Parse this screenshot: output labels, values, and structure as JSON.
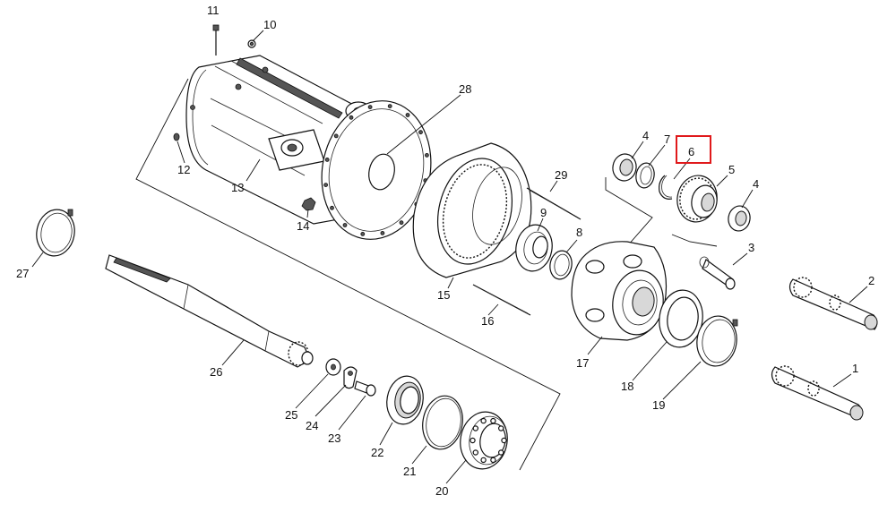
{
  "diagram": {
    "callouts": [
      {
        "id": "1",
        "label": "1"
      },
      {
        "id": "2",
        "label": "2"
      },
      {
        "id": "3",
        "label": "3"
      },
      {
        "id": "4a",
        "label": "4"
      },
      {
        "id": "4b",
        "label": "4"
      },
      {
        "id": "5",
        "label": "5"
      },
      {
        "id": "6",
        "label": "6"
      },
      {
        "id": "7",
        "label": "7"
      },
      {
        "id": "8",
        "label": "8"
      },
      {
        "id": "9",
        "label": "9"
      },
      {
        "id": "10",
        "label": "10"
      },
      {
        "id": "11",
        "label": "11"
      },
      {
        "id": "12",
        "label": "12"
      },
      {
        "id": "13",
        "label": "13"
      },
      {
        "id": "14",
        "label": "14"
      },
      {
        "id": "15",
        "label": "15"
      },
      {
        "id": "16",
        "label": "16"
      },
      {
        "id": "17",
        "label": "17"
      },
      {
        "id": "18",
        "label": "18"
      },
      {
        "id": "19",
        "label": "19"
      },
      {
        "id": "20",
        "label": "20"
      },
      {
        "id": "21",
        "label": "21"
      },
      {
        "id": "22",
        "label": "22"
      },
      {
        "id": "23",
        "label": "23"
      },
      {
        "id": "24",
        "label": "24"
      },
      {
        "id": "25",
        "label": "25"
      },
      {
        "id": "26",
        "label": "26"
      },
      {
        "id": "27",
        "label": "27"
      },
      {
        "id": "28",
        "label": "28"
      },
      {
        "id": "29",
        "label": "29"
      }
    ],
    "highlighted_callout": "6",
    "highlight_color": "#e0191b"
  }
}
